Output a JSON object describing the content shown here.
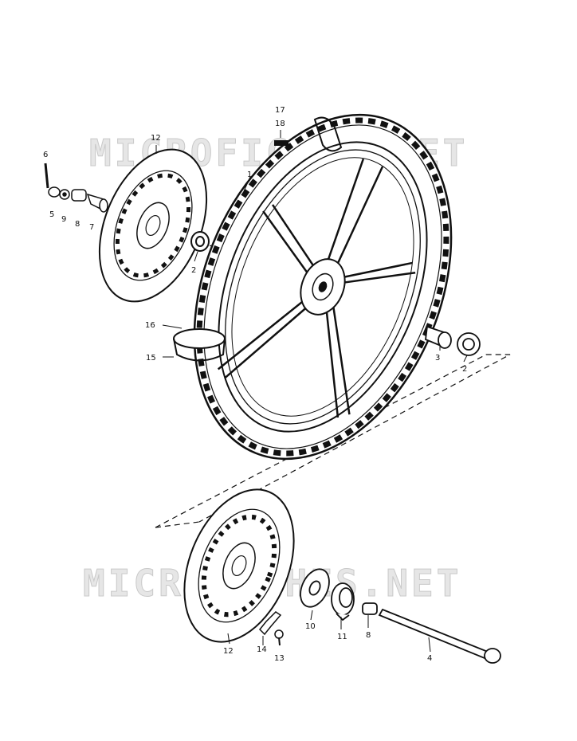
{
  "watermarks": [
    "MICROFICHES.NET",
    "MICROFICHES.NET"
  ],
  "callouts": [
    {
      "id": "c1",
      "text": "1"
    },
    {
      "id": "c2a",
      "text": "2"
    },
    {
      "id": "c2b",
      "text": "2"
    },
    {
      "id": "c3",
      "text": "3"
    },
    {
      "id": "c4",
      "text": "4"
    },
    {
      "id": "c5",
      "text": "5"
    },
    {
      "id": "c6",
      "text": "6"
    },
    {
      "id": "c7",
      "text": "7"
    },
    {
      "id": "c8a",
      "text": "8"
    },
    {
      "id": "c8b",
      "text": "8"
    },
    {
      "id": "c9",
      "text": "9"
    },
    {
      "id": "c10",
      "text": "10"
    },
    {
      "id": "c11",
      "text": "11"
    },
    {
      "id": "c12a",
      "text": "12"
    },
    {
      "id": "c12b",
      "text": "12"
    },
    {
      "id": "c13",
      "text": "13"
    },
    {
      "id": "c14",
      "text": "14"
    },
    {
      "id": "c15",
      "text": "15"
    },
    {
      "id": "c16",
      "text": "16"
    },
    {
      "id": "c17",
      "text": "17"
    },
    {
      "id": "c18",
      "text": "18"
    }
  ]
}
